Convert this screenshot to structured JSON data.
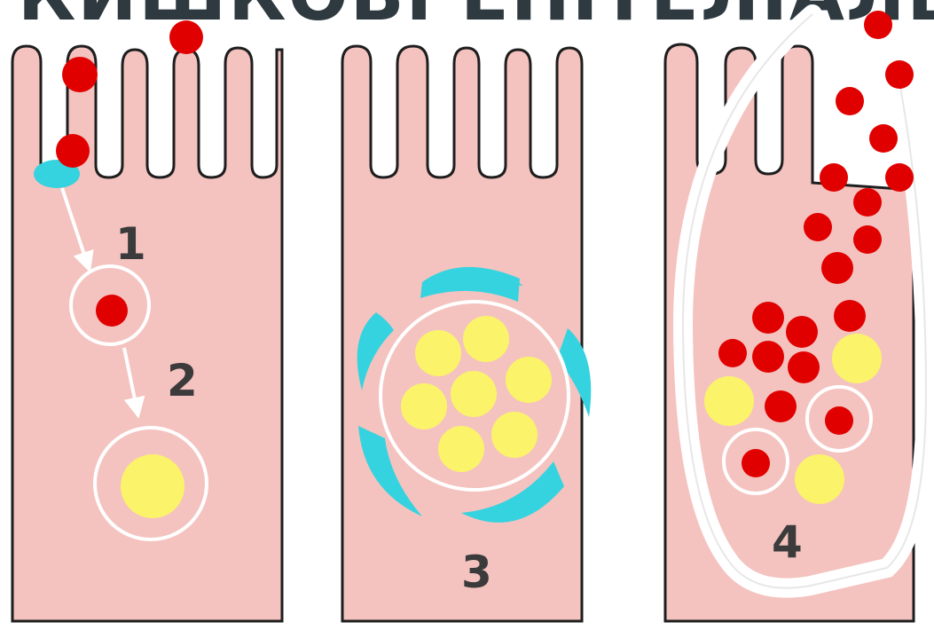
{
  "title": "КИШКОВІ ЕПІТЕЛІАЛЬНІ ТІЛЬЦЯ",
  "stage_labels": [
    "1",
    "2",
    "3",
    "4"
  ],
  "colors": {
    "cell": "#f4c3bf",
    "outline": "#1e1e1e",
    "red_particle": "#e10000",
    "yellow_particle": "#fbf36a",
    "cyan": "#35d3df",
    "membrane": "#ffffff",
    "label": "#3b3b3b"
  }
}
